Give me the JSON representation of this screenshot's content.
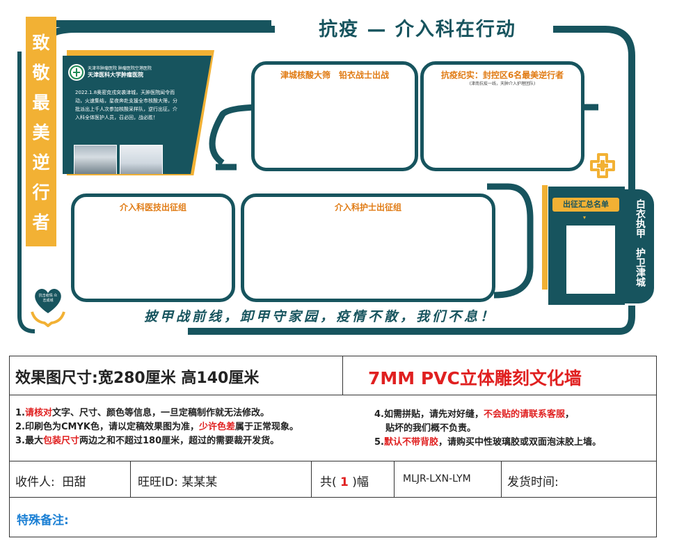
{
  "board": {
    "title": "抗疫 — 介入科在行动",
    "banner_chars": [
      "致",
      "敬",
      "最",
      "美",
      "逆",
      "行",
      "者"
    ],
    "intro_logo_line1": "天津市肿瘤医院 肿瘤医院空港医院",
    "intro_logo_line2": "天津医科大学肿瘤医院",
    "intro_text": "2022.1.8奥密克戎突袭津城，天肿医院闻令而动，火速集结，星夜奔赴支援全市核酸大筛，分批派出上千人次参加核酸采样队，逆行出征。介入科全体医护人员，召必回，战必胜！",
    "frame1_title": "津城核酸大筛　铅衣战士出战",
    "frame2_title": "抗疫纪实：封控区6名最美逆行者",
    "frame2_subtitle": "(津南抗疫一线，天肿介入护理团队)",
    "frame3_title": "介入科医技出征组",
    "frame4_title": "介入科护士出征组",
    "roster_title": "出征汇总名单",
    "tab_text1": "白衣执甲",
    "tab_text2": "护卫津城",
    "heart_text": "抗击疫情 众志成城",
    "slogan": "披甲战前线，卸甲守家园，疫情不散，我们不息！"
  },
  "spec": {
    "size_label": "效果图尺寸:",
    "size_value": "宽280厘米  高140厘米",
    "product": "7MM PVC立体雕刻文化墙",
    "note1_a": "1.",
    "note1_red": "请核对",
    "note1_b": "文字、尺寸、颜色等信息，一旦定稿制作就无法修改。",
    "note2_a": "2.印刷色为CMYK色，请以定稿效果图为准，",
    "note2_red": "少许色差",
    "note2_b": "属于正常现象。",
    "note3_a": "3.最大",
    "note3_red": "包装尺寸",
    "note3_b": "两边之和不超过180厘米，超过的需要裁开发货。",
    "note4_a": "4.如需拼贴，请先对好缝，",
    "note4_red": "不会贴的请联系客服",
    "note4_b": "，",
    "note4_c": "贴坏的我们概不负责。",
    "note5_a": "5.",
    "note5_red": "默认不带背胶",
    "note5_b": "，请购买中性玻璃胶或双面泡沫胶上墙。"
  },
  "order": {
    "recipient_label": "收件人:",
    "recipient_value": "田甜",
    "wangwang_label": "旺旺ID:",
    "wangwang_value": "某某某",
    "count_prefix": "共(",
    "count_value": "1",
    "count_suffix": ")幅",
    "code": "MLJR-LXN-LYM",
    "ship_label": "发货时间:",
    "remarks_label": "特殊备注:"
  },
  "colors": {
    "teal": "#17545e",
    "yellow": "#f2b134",
    "orange": "#e07b14",
    "red": "#e02020",
    "blue": "#1a7fd4"
  }
}
